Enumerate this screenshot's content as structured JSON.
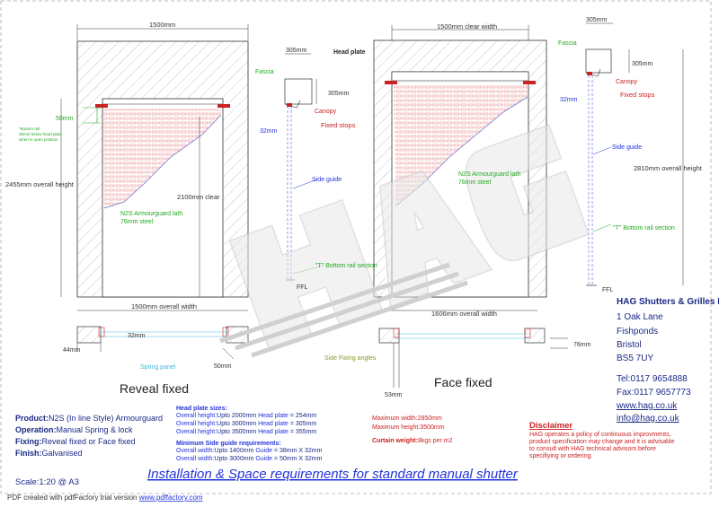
{
  "reveal": {
    "width_top": "1500mm",
    "overall_height": "2455mm overall height",
    "clear": "2100mm clear",
    "overall_width": "1500mm overall width",
    "dim_50": "50mm",
    "note1": "*Bottom rail",
    "note2": "35mm below head plate",
    "note3": "when in open position",
    "lath1": "N2S Armourguard lath",
    "lath2": "76mm steel",
    "plan_44": "44mm",
    "plan_32": "32mm",
    "plan_50": "50mm",
    "spring_panel": "Spring panel",
    "caption": "Reveal fixed"
  },
  "section1": {
    "w305": "305mm",
    "head_plate": "Head plate",
    "fascia": "Fascia",
    "h305": "305mm",
    "canopy": "Canopy",
    "fixed_stops": "Fixed stops",
    "dim_32": "32mm",
    "side_guide": "Side guide",
    "t_bottom": "\"T\" Bottom rail section",
    "ffl": "FFL"
  },
  "face": {
    "clear_width": "1500mm clear width",
    "lath1": "N2S Armourguard lath",
    "lath2": "76mm steel",
    "overall_width": "1606mm overall width",
    "plan_76": "76mm",
    "plan_53": "53mm",
    "side_fixing": "Side Fixing angles",
    "caption": "Face fixed"
  },
  "section2": {
    "w305": "305mm",
    "fascia": "Fascia",
    "h305": "305mm",
    "canopy": "Canopy",
    "fixed_stops": "Fixed stops",
    "dim_32": "32mm",
    "side_guide": "Side guide",
    "overall_height": "2810mm overall height",
    "t_bottom": "\"T\" Bottom rail section",
    "ffl": "FFL"
  },
  "company": {
    "name": "HAG Shutters & Grilles Ltd",
    "addr1": "1 Oak Lane",
    "addr2": "Fishponds",
    "addr3": "Bristol",
    "addr4": "BS5 7UY",
    "tel": "Tel:0117 9654888",
    "fax": "Fax:0117 9657773",
    "web": "www.hag.co.uk",
    "email": "info@hag.co.uk"
  },
  "spec": {
    "product_label": "Product:",
    "product_value": "N2S (In line Style) Armourguard",
    "operation_label": "Operation:",
    "operation_value": "Manual Spring & lock",
    "fixing_label": "Fixing:",
    "fixing_value": "Reveal fixed or Face fixed",
    "finish_label": "Finish:",
    "finish_value": "Galvanised",
    "scale": "Scale:1:20 @ A3"
  },
  "head_sizes": {
    "title": "Head plate sizes:",
    "rows": [
      {
        "a": "Overall height:",
        "b": "Upto 2000mm ",
        "c": "Head plate",
        "d": " = 254mm"
      },
      {
        "a": "Overall height:",
        "b": "Upto 3000mm ",
        "c": "Head plate",
        "d": " = 305mm"
      },
      {
        "a": "Overall height:",
        "b": "Upto 3500mm ",
        "c": "Head plate",
        "d": " = 355mm"
      }
    ]
  },
  "guide_req": {
    "title": "Minimum Side guide requirements:",
    "rows": [
      {
        "a": "Overall width:",
        "b": "Upto 1400mm ",
        "c": "Guide",
        "d": " = 38mm X 32mm"
      },
      {
        "a": "Overall width:",
        "b": "Upto 3000mm ",
        "c": "Guide",
        "d": " = 50mm X 32mm"
      }
    ]
  },
  "limits": {
    "max_width_label": "Maximum width:",
    "max_width_value": "2850mm",
    "max_height_label": "Maximum height:",
    "max_height_value": "3500mm",
    "curtain_label": "Curtain weight:",
    "curtain_value": "8kgs per m2"
  },
  "disclaimer": {
    "title": "Disclaimer",
    "line1": "HAG operates a policy of continuous improvments,",
    "line2": "product specification may change and it is advisable",
    "line3": "to consult with HAG technical advisors before",
    "line4": "specifiying or ordering."
  },
  "title": "Installation & Space requirements for standard manual shutter",
  "footer": {
    "text": "PDF created with pdfFactory trial version ",
    "link": "www.pdffactory.com"
  },
  "colors": {
    "red": "#cc2222",
    "green": "#22aa22",
    "blue": "#2233dd",
    "navy": "#1a2a88",
    "cyan": "#3fb8d8",
    "olive": "#889922",
    "line": "#333333"
  }
}
